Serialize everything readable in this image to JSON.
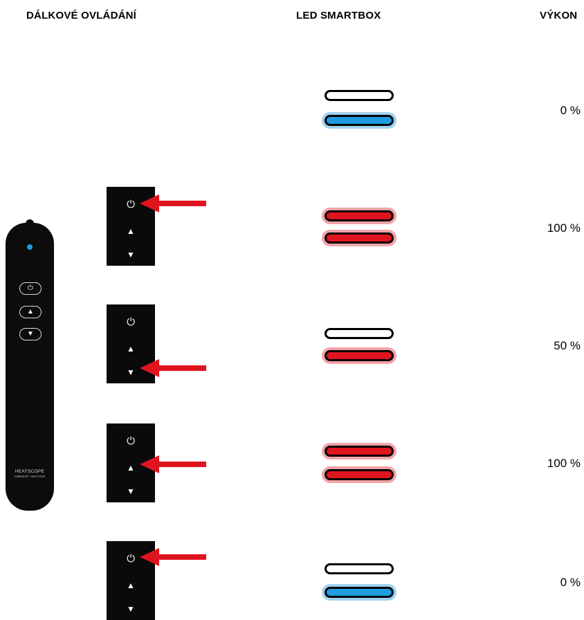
{
  "headers": {
    "remote": "DÁLKOVÉ OVLÁDÁNÍ",
    "led": "LED SMARTBOX",
    "power": "VÝKON"
  },
  "remote": {
    "buttons": [
      "⏻",
      "▲",
      "▼"
    ],
    "brand_line1": "HEATSCOPE",
    "brand_line2": "AMBIENT HEATING"
  },
  "panel_symbols": {
    "power": "⏻",
    "up": "▲",
    "down": "▼"
  },
  "rows": [
    {
      "leds": [
        "white",
        "blue"
      ],
      "power": "0 %"
    },
    {
      "pressed": "power",
      "leds": [
        "red",
        "red"
      ],
      "power": "100 %"
    },
    {
      "pressed": "down",
      "leds": [
        "white",
        "red"
      ],
      "power": "50 %"
    },
    {
      "pressed": "up",
      "leds": [
        "red",
        "red"
      ],
      "power": "100 %"
    },
    {
      "pressed": "power",
      "leds": [
        "white",
        "blue"
      ],
      "power": "0 %"
    }
  ],
  "colors": {
    "led_blue": "#1f9be0",
    "led_red": "#e0141e",
    "arrow": "#e0141e",
    "remote_body": "#0c0c0c"
  }
}
